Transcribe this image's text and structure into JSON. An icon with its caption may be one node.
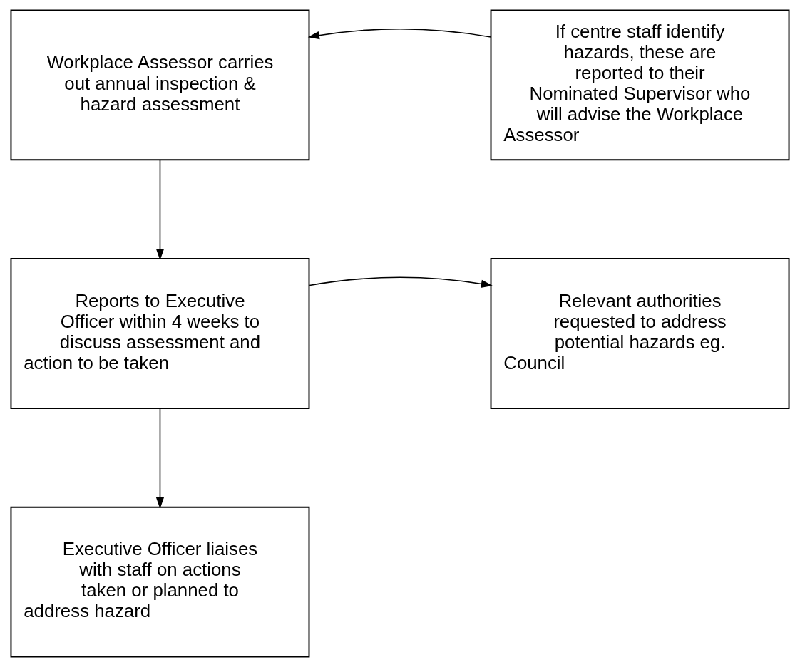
{
  "diagram": {
    "nodes": [
      {
        "text": [
          "Workplace Assessor carries out annual inspection & hazard assessment"
        ]
      },
      {
        "text": [
          "If centre staff identify hazards, these are reported to their Nominated Supervisor who will advise the Workplace Assessor"
        ]
      },
      {
        "text": [
          "Reports to Executive Officer within 4 weeks to discuss assessment and action to be taken"
        ]
      },
      {
        "text": [
          "Relevant authorities requested to address potential hazards eg. Council"
        ]
      },
      {
        "text": [
          "Executive Officer liaises with staff on actions taken or planned to address hazard"
        ]
      }
    ],
    "edges": [
      {
        "from": 1,
        "to": 0,
        "arrow": "to"
      },
      {
        "from": 0,
        "to": 2,
        "arrow": "to"
      },
      {
        "from": 2,
        "to": 3,
        "arrow": "to"
      },
      {
        "from": 2,
        "to": 4,
        "arrow": "to"
      }
    ]
  }
}
